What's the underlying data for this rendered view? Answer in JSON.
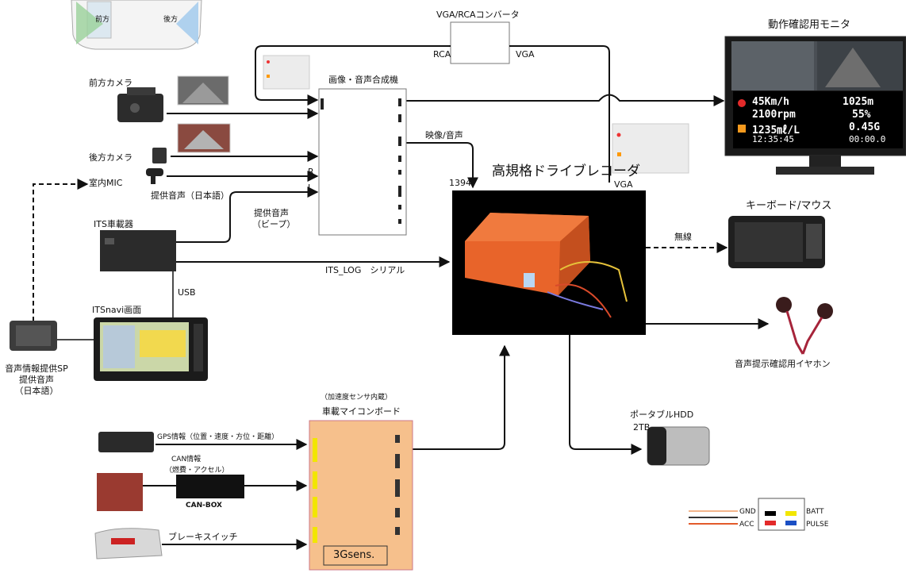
{
  "labels": {
    "vga_rca_converter": "VGA/RCAコンバータ",
    "rca": "RCA",
    "vga_top": "VGA",
    "monitor": "動作確認用モニタ",
    "image_audio_mixer": "画像・音声合成機",
    "front_camera": "前方カメラ",
    "rear_camera": "後方カメラ",
    "cabin_mic": "室内MIC",
    "provided_audio_jp": "提供音声（日本語）",
    "provided_audio_beep_1": "提供音声",
    "provided_audio_beep_2": "（ビープ）",
    "its_unit": "ITS車載器",
    "usb": "USB",
    "itsnavi_screen": "ITSnavi画面",
    "speaker_1": "音声情報提供SP",
    "speaker_2": "提供音声",
    "speaker_3": "（日本語）",
    "video_audio": "映像/音声",
    "port_1394": "1394",
    "recorder_title": "高規格ドライブレコーダ",
    "vga_right": "VGA",
    "its_log": "ITS_LOG　シリアル",
    "keyboard_mouse": "キーボード/マウス",
    "wireless": "無線",
    "earphone": "音声提示確認用イヤホン",
    "portable_hdd": "ポータブルHDD",
    "hdd_size": "2TB",
    "accel_sensor": "（加速度センサ内蔵）",
    "micro_board": "車載マイコンボード",
    "board_name": "3Gsens.",
    "gps_info": "GPS情報（位置・速度・方位・距離）",
    "can_info_1": "CAN情報",
    "can_info_2": "（燃費・アクセル）",
    "can_box": "CAN-BOX",
    "brake_switch": "ブレーキスイッチ",
    "car_front": "前方",
    "car_rear": "後方",
    "mixer_r": "R",
    "mixer_l": "L",
    "legend_gnd": "GND",
    "legend_acc": "ACC",
    "legend_batt": "BATT",
    "legend_pulse": "PULSE"
  },
  "monitor_readout": {
    "speed": "45Km/h",
    "distance": "1025m",
    "rpm": "2100rpm",
    "accel_pct": "55%",
    "fuel": "1235㎖/L",
    "g_force": "0.45G",
    "time": "12:35:45",
    "elapsed": "00:00.0"
  },
  "colors": {
    "recorder_orange": "#e8642a",
    "board_orange": "#f6c08c",
    "legend_black": "#000000",
    "legend_yellow": "#f2e600",
    "legend_red": "#e32a2a",
    "legend_blue": "#1a4fc4"
  }
}
